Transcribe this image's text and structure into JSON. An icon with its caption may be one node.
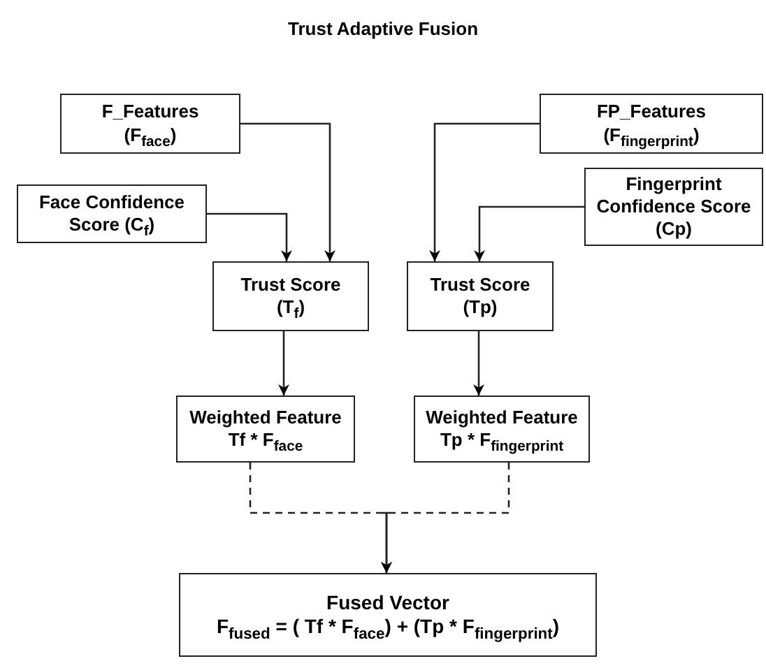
{
  "diagram": {
    "title": "Trust Adaptive Fusion",
    "nodes": [
      {
        "text": [
          "F_Features",
          "(F$_{face}$)"
        ]
      },
      {
        "text": [
          "FP_Features",
          "(F$_{fingerprint}$)"
        ]
      },
      {
        "text": [
          "Face Confidence Score (C$_{f}$)"
        ]
      },
      {
        "text": [
          "Fingerprint Confidence Score (Cp)"
        ]
      },
      {
        "text": [
          "Trust Score",
          "(T$_{f}$)"
        ]
      },
      {
        "text": [
          "Trust Score",
          "(Tp)"
        ]
      },
      {
        "text": [
          "Weighted Feature",
          "Tf * F$_{face}$"
        ]
      },
      {
        "text": [
          "Weighted Feature",
          "Tp * F$_{fingerprint}$"
        ]
      },
      {
        "text": [
          "Fused Vector",
          "F$_{fused}$ = ( Tf * F$_{face}$) + (Tp * F$_{fingerprint}$)"
        ]
      }
    ],
    "edges": [
      {
        "from": 0,
        "to": 4,
        "arrow": "to"
      },
      {
        "from": 2,
        "to": 4,
        "arrow": "to"
      },
      {
        "from": 1,
        "to": 5,
        "arrow": "to"
      },
      {
        "from": 3,
        "to": 5,
        "arrow": "to"
      },
      {
        "from": 4,
        "to": 6,
        "arrow": "to"
      },
      {
        "from": 5,
        "to": 7,
        "arrow": "to"
      },
      {
        "from": 6,
        "to": 8,
        "arrow": "to",
        "style": "dashed"
      },
      {
        "from": 7,
        "to": 8,
        "arrow": "to",
        "style": "dashed"
      }
    ]
  }
}
